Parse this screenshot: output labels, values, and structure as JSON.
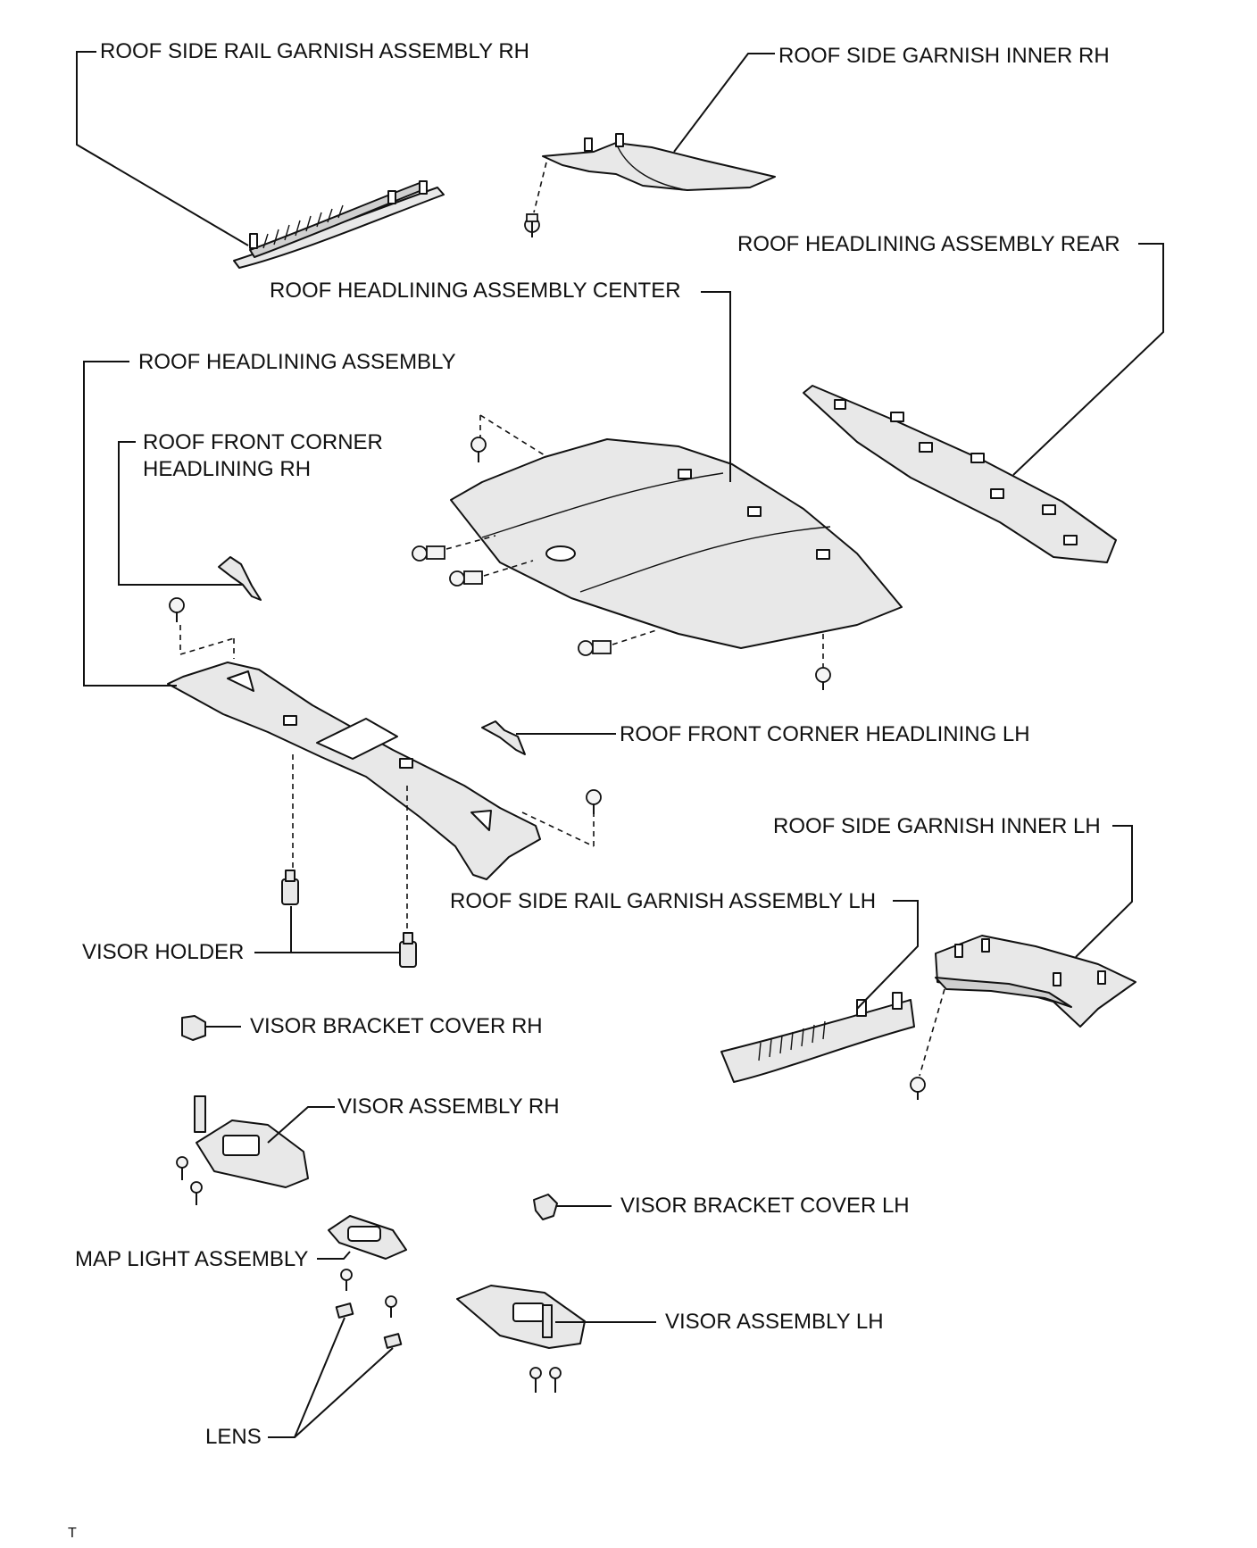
{
  "labels": {
    "roof_side_rail_garnish_rh": "ROOF SIDE RAIL GARNISH ASSEMBLY RH",
    "roof_side_garnish_inner_rh": "ROOF SIDE GARNISH INNER RH",
    "roof_headlining_rear": "ROOF HEADLINING ASSEMBLY REAR",
    "roof_headlining_center": "ROOF HEADLINING ASSEMBLY CENTER",
    "roof_headlining": "ROOF HEADLINING ASSEMBLY",
    "roof_front_corner_rh": "ROOF FRONT CORNER\nHEADLINING RH",
    "roof_front_corner_lh": "ROOF FRONT CORNER HEADLINING LH",
    "roof_side_garnish_inner_lh": "ROOF SIDE GARNISH INNER LH",
    "roof_side_rail_garnish_lh": "ROOF SIDE RAIL GARNISH ASSEMBLY LH",
    "visor_holder": "VISOR HOLDER",
    "visor_bracket_cover_rh": "VISOR BRACKET COVER RH",
    "visor_assembly_rh": "VISOR ASSEMBLY RH",
    "visor_bracket_cover_lh": "VISOR BRACKET COVER LH",
    "map_light_assembly": "MAP LIGHT ASSEMBLY",
    "visor_assembly_lh": "VISOR ASSEMBLY LH",
    "lens": "LENS",
    "corner_mark": "T"
  }
}
